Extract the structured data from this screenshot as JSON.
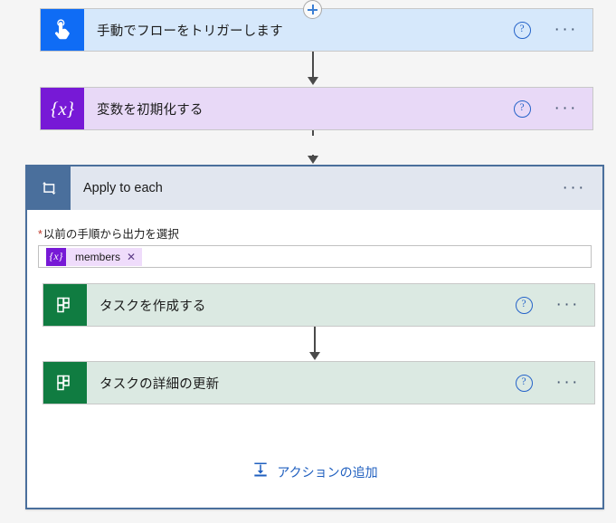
{
  "flow": {
    "trigger": {
      "title": "手動でフローをトリガーします",
      "icon": "manual-trigger-tap-icon",
      "icon_color": "#0f6cf5",
      "card_color": "#d6e8fb",
      "help_glyph": "?",
      "menu_glyph": "···"
    },
    "variable": {
      "title": "変数を初期化する",
      "icon": "variables-brace-x-icon",
      "icon_glyph": "{x}",
      "icon_color": "#7719d6",
      "card_color": "#e8d9f7",
      "help_glyph": "?",
      "menu_glyph": "···"
    },
    "loop": {
      "title": "Apply to each",
      "icon": "loop-repeat-icon",
      "icon_color": "#4a6f9c",
      "header_color": "#e1e6ef",
      "border_color": "#4a6f9c",
      "menu_glyph": "···",
      "field": {
        "label": "以前の手順から出力を選択",
        "required_marker": "*",
        "token": {
          "badge_glyph": "{x}",
          "text": "members",
          "close_glyph": "✕"
        }
      },
      "actions": [
        {
          "title": "タスクを作成する",
          "icon": "planner-board-icon",
          "icon_color": "#107c41",
          "card_color": "#dbe9e2",
          "help_glyph": "?",
          "menu_glyph": "···"
        },
        {
          "title": "タスクの詳細の更新",
          "icon": "planner-board-icon",
          "icon_color": "#107c41",
          "card_color": "#dbe9e2",
          "help_glyph": "?",
          "menu_glyph": "···"
        }
      ],
      "add_action": {
        "label": "アクションの追加",
        "icon": "insert-action-arrow-icon",
        "color": "#1f5fbf"
      }
    },
    "connectors": {
      "plus_glyph": "+",
      "accent_color": "#3b7fd4"
    }
  }
}
